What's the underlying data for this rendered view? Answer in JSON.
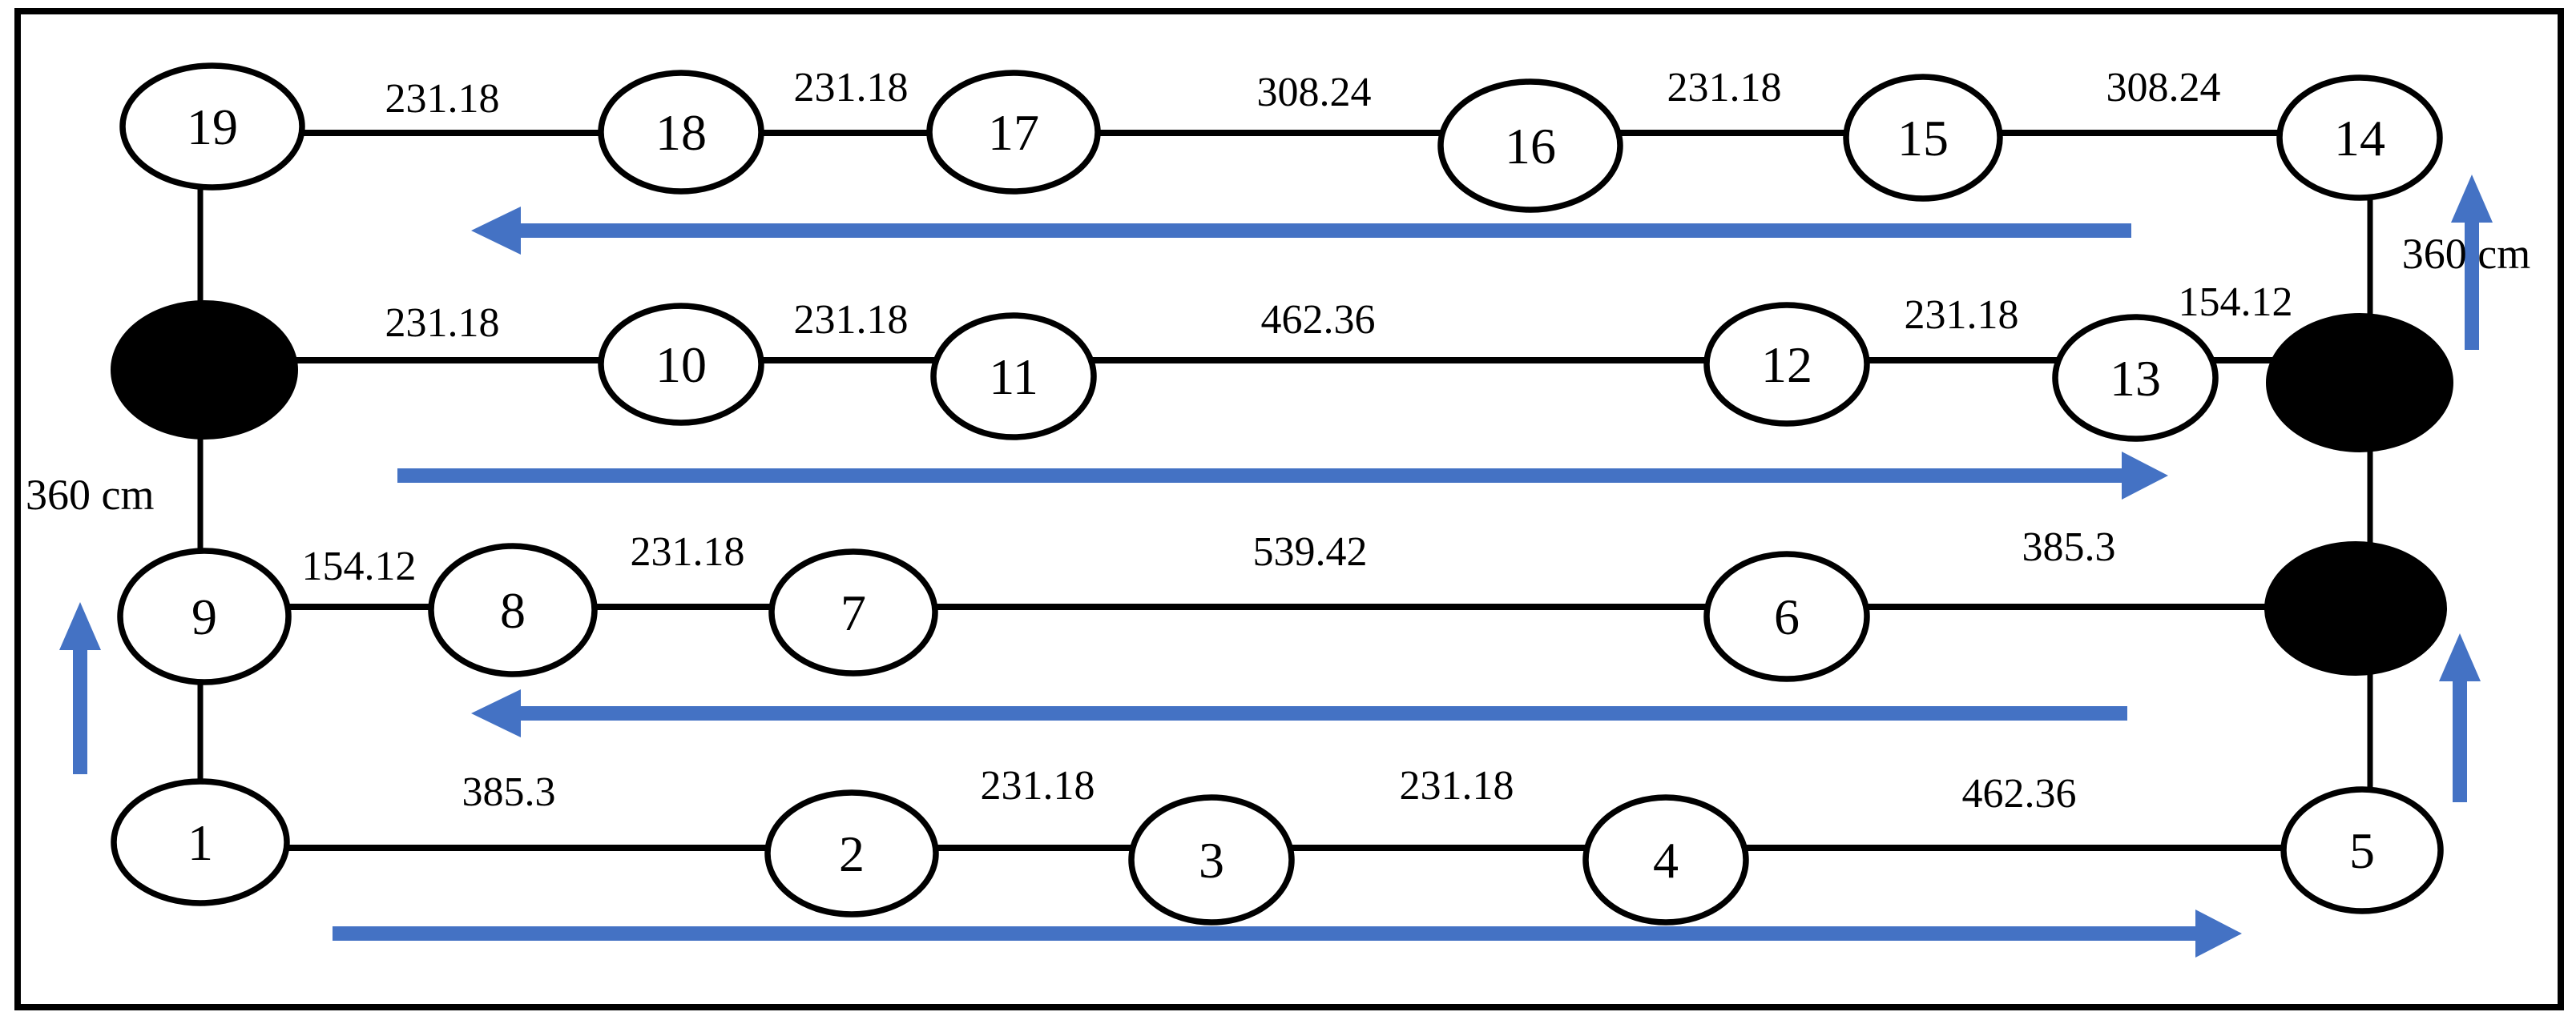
{
  "colors": {
    "arrow_blue": "#4472C4",
    "line_black": "#000000",
    "node_fill": "#ffffff"
  },
  "nodes": [
    {
      "id": "1"
    },
    {
      "id": "2"
    },
    {
      "id": "3"
    },
    {
      "id": "4"
    },
    {
      "id": "5"
    },
    {
      "id": "6"
    },
    {
      "id": "7"
    },
    {
      "id": "8"
    },
    {
      "id": "9"
    },
    {
      "id": "10"
    },
    {
      "id": "11"
    },
    {
      "id": "12"
    },
    {
      "id": "13"
    },
    {
      "id": "14"
    },
    {
      "id": "15"
    },
    {
      "id": "16"
    },
    {
      "id": "17"
    },
    {
      "id": "18"
    },
    {
      "id": "19"
    }
  ],
  "filled_nodes": [
    {
      "name": "filled-node-left"
    },
    {
      "name": "filled-node-right-upper"
    },
    {
      "name": "filled-node-right-lower"
    }
  ],
  "edges": [
    {
      "from": "19",
      "to": "18",
      "label": "231.18"
    },
    {
      "from": "18",
      "to": "17",
      "label": "231.18"
    },
    {
      "from": "17",
      "to": "16",
      "label": "308.24"
    },
    {
      "from": "16",
      "to": "15",
      "label": "231.18"
    },
    {
      "from": "15",
      "to": "14",
      "label": "308.24"
    },
    {
      "from": "filled-node-left",
      "to": "10",
      "label": "231.18"
    },
    {
      "from": "10",
      "to": "11",
      "label": "231.18"
    },
    {
      "from": "11",
      "to": "12",
      "label": "462.36"
    },
    {
      "from": "12",
      "to": "13",
      "label": "231.18"
    },
    {
      "from": "13",
      "to": "filled-node-right-upper",
      "label": "154.12"
    },
    {
      "from": "9",
      "to": "8",
      "label": "154.12"
    },
    {
      "from": "8",
      "to": "7",
      "label": "231.18"
    },
    {
      "from": "7",
      "to": "6",
      "label": "539.42"
    },
    {
      "from": "6",
      "to": "filled-node-right-lower",
      "label": "385.3"
    },
    {
      "from": "1",
      "to": "2",
      "label": "385.3"
    },
    {
      "from": "2",
      "to": "3",
      "label": "231.18"
    },
    {
      "from": "3",
      "to": "4",
      "label": "231.18"
    },
    {
      "from": "4",
      "to": "5",
      "label": "462.36"
    }
  ],
  "vertical_segments": [
    {
      "from": "19",
      "to": "filled-node-left",
      "label": ""
    },
    {
      "from": "filled-node-left",
      "to": "9",
      "label": "360 cm"
    },
    {
      "from": "9",
      "to": "1",
      "label": ""
    },
    {
      "from": "14",
      "to": "filled-node-right-upper",
      "label": "360 cm"
    },
    {
      "from": "filled-node-right-upper",
      "to": "filled-node-right-lower",
      "label": ""
    },
    {
      "from": "filled-node-right-lower",
      "to": "5",
      "label": ""
    }
  ],
  "flow_arrows": [
    {
      "position": "below-top-row",
      "direction": "left"
    },
    {
      "position": "below-second-row",
      "direction": "right"
    },
    {
      "position": "below-third-row",
      "direction": "left"
    },
    {
      "position": "below-bottom-row",
      "direction": "right"
    },
    {
      "position": "left-side",
      "direction": "up"
    },
    {
      "position": "right-side-upper",
      "direction": "up"
    },
    {
      "position": "right-side-lower",
      "direction": "up"
    }
  ]
}
